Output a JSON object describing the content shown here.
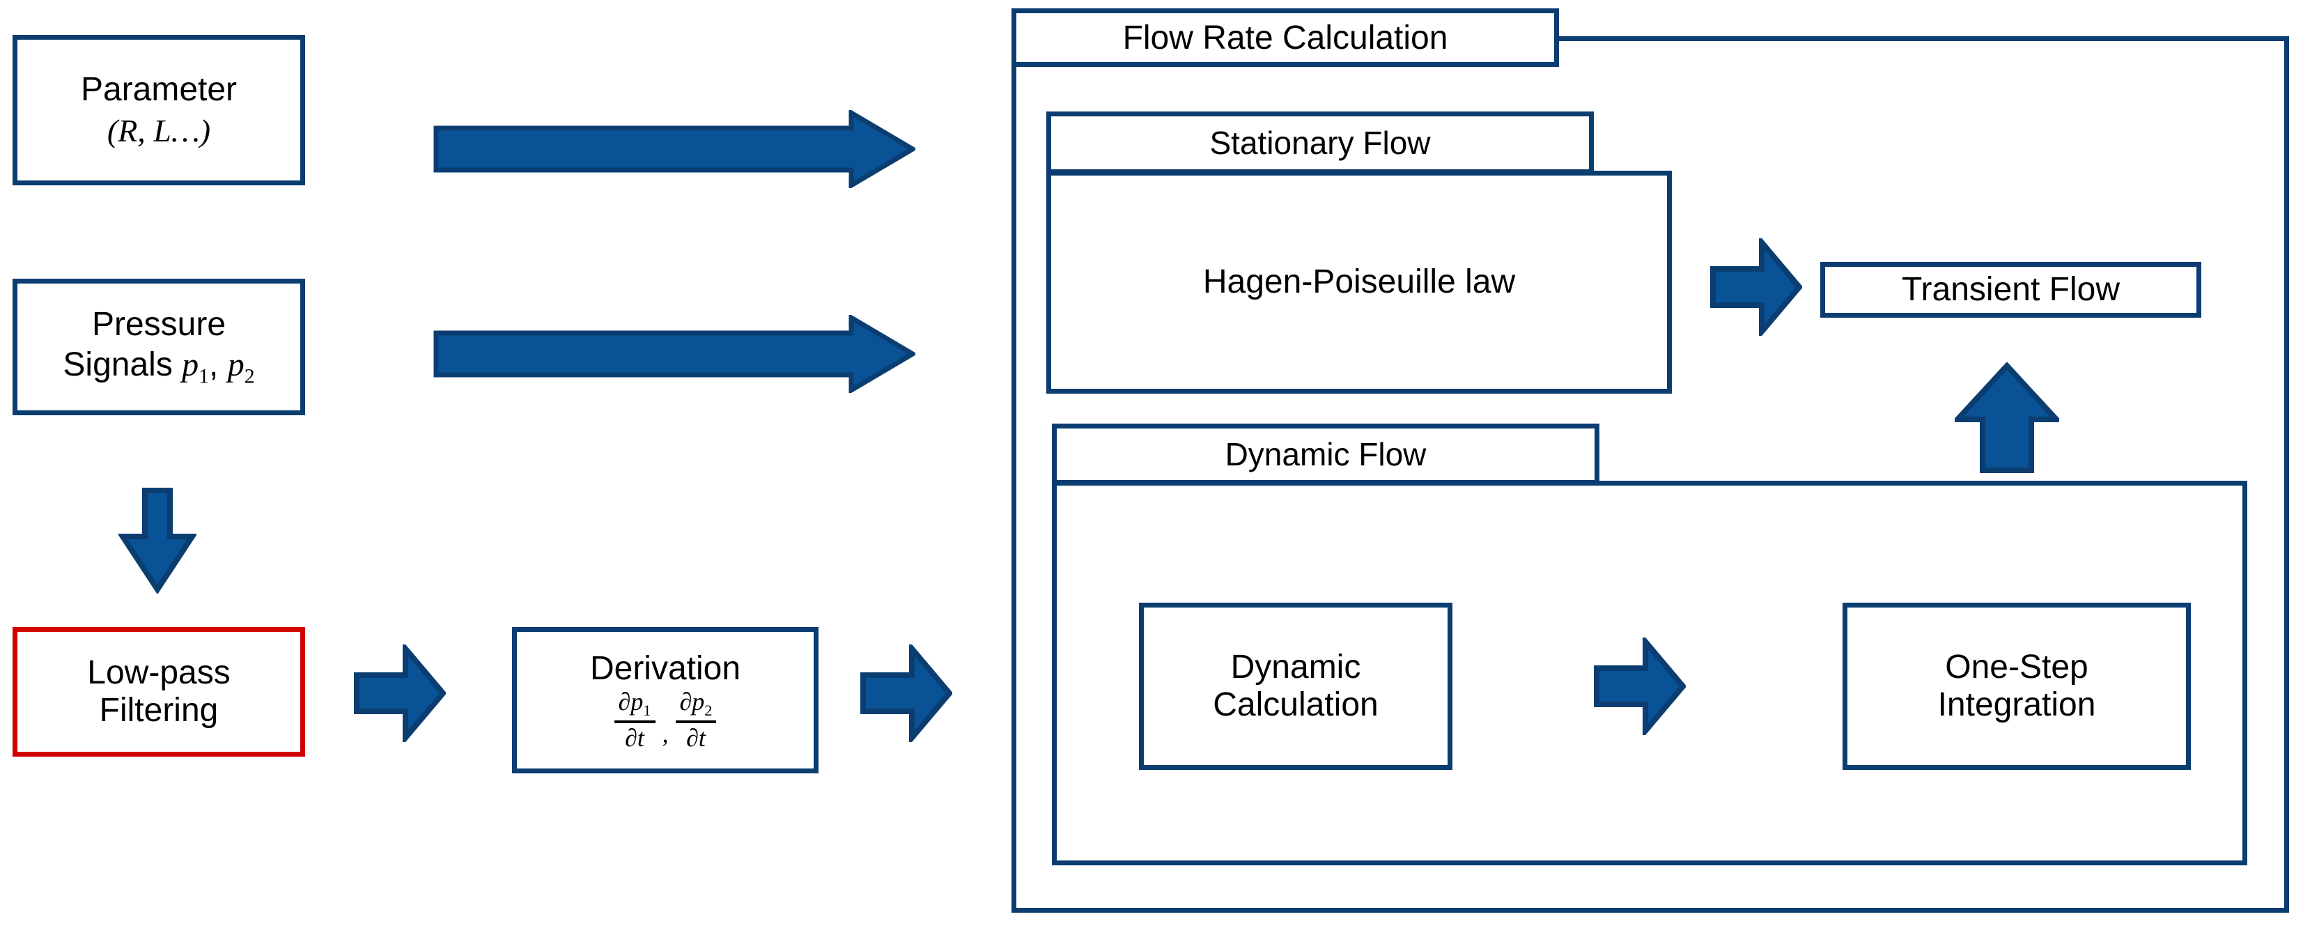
{
  "diagram": {
    "title": "Flow Rate Calculation block diagram",
    "colors": {
      "border_blue": "#0b3d71",
      "arrow_fill": "#0a5296",
      "arrow_stroke": "#0b3d71",
      "alert_red": "#d00000",
      "background": "#ffffff",
      "text": "#000000"
    }
  },
  "left_column": {
    "parameter_box": {
      "line1": "Parameter",
      "line2_open": "(",
      "line2_sym1": "R",
      "line2_comma": ", ",
      "line2_sym2": "L",
      "line2_ellipsis": "…",
      "line2_close": ")"
    },
    "pressure_box": {
      "line1": "Pressure",
      "line2_prefix": "Signals ",
      "sym_p": "p",
      "sub1": "1",
      "sep": ", ",
      "sub2": "2"
    },
    "lowpass_box": {
      "line1": "Low-pass",
      "line2": "Filtering"
    },
    "derivation_box": {
      "title": "Derivation",
      "frac1_num_d": "∂p",
      "frac1_num_sub": "1",
      "frac1_den": "∂t",
      "separator": ",",
      "frac2_num_d": "∂p",
      "frac2_num_sub": "2",
      "frac2_den": "∂t"
    }
  },
  "flow_rate_calculation": {
    "label": "Flow Rate Calculation",
    "stationary_flow": {
      "label": "Stationary Flow",
      "content_box": "Hagen-Poiseuille law"
    },
    "transient_flow": {
      "label": "Transient Flow"
    },
    "dynamic_flow": {
      "label": "Dynamic Flow",
      "calculation_box": {
        "line1": "Dynamic",
        "line2": "Calculation"
      },
      "integration_box": {
        "line1": "One-Step",
        "line2": "Integration"
      }
    }
  },
  "arrows": {
    "parameter_to_flow": "right-arrow-long",
    "pressure_to_flow": "right-arrow-long",
    "pressure_to_lowpass": "down-arrow",
    "lowpass_to_derivation": "right-arrow-small",
    "derivation_to_dynamic": "right-arrow-small",
    "hagen_to_transient": "right-arrow-small",
    "dynamic_to_integration": "right-arrow-small",
    "integration_to_transient": "up-arrow"
  }
}
